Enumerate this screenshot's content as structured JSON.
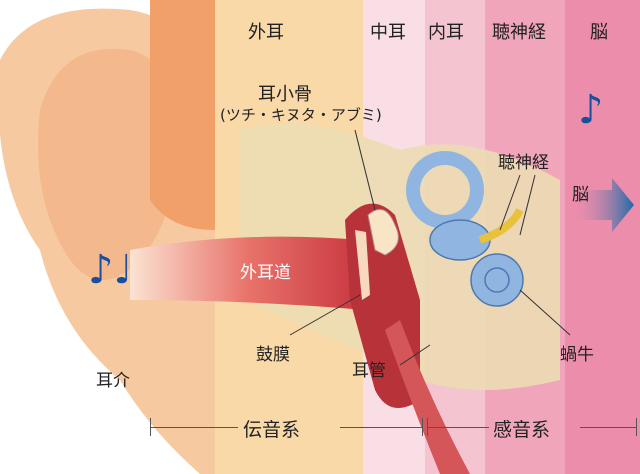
{
  "headers": {
    "outer_ear": "外耳",
    "middle_ear": "中耳",
    "inner_ear": "内耳",
    "auditory_nerve": "聴神経",
    "brain": "脳"
  },
  "labels": {
    "ossicles": "耳小骨",
    "ossicles_detail": "(ツチ・キヌタ・アブミ)",
    "auditory_nerve": "聴神経",
    "brain": "脳",
    "ear_canal": "外耳道",
    "eardrum": "鼓膜",
    "eustachian_tube": "耳管",
    "cochlea": "蝸牛",
    "auricle": "耳介"
  },
  "bottom": {
    "conductive": "伝音系",
    "sensorineural": "感音系"
  },
  "icons": {
    "music_note_left": "♪♩",
    "music_note_right": "♪"
  },
  "colors": {
    "outer": "#fad9a9",
    "middle": "#f9dfe5",
    "inner": "#f4c4d1",
    "nerve": "#f0a5bb",
    "brain": "#ec8dab",
    "note": "#1a4fa0",
    "arrow": "#1d6aa8"
  }
}
